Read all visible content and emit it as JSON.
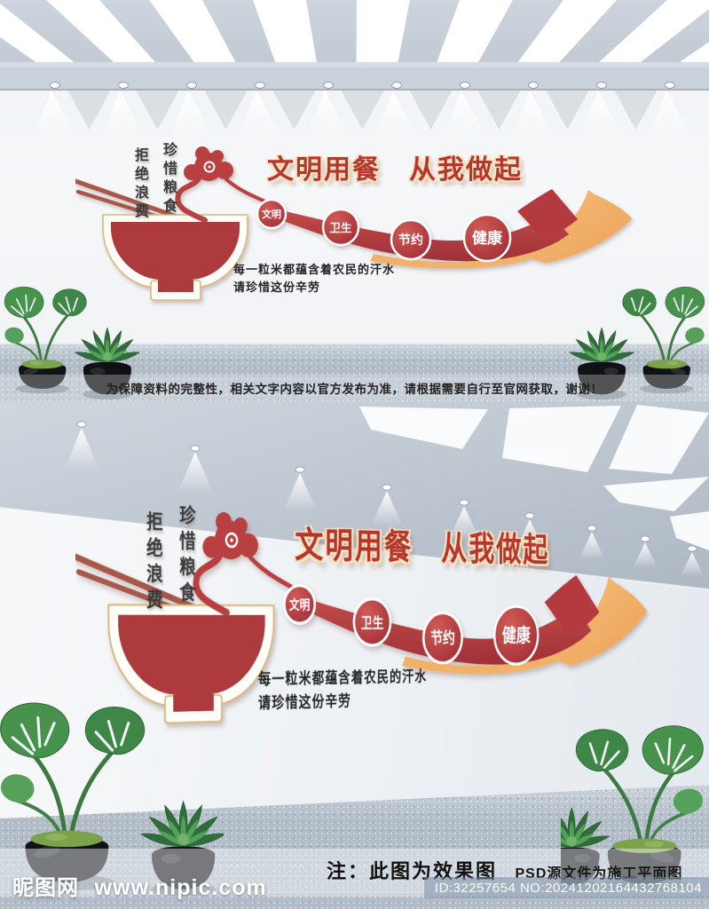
{
  "wall_art": {
    "title": "文明用餐　从我做起",
    "vertical_slogan_left": "拒绝浪费",
    "vertical_slogan_right": "珍惜粮食",
    "steps": [
      "文明",
      "卫生",
      "节约",
      "健康"
    ],
    "caption_line1": "每一粒米都蕴含着农民的汗水",
    "caption_line2": "请珍惜这份辛劳"
  },
  "divider_notice": "为保障资料的完整性，相关文字内容以官方发布为准，请根据需要自行至官网获取，谢谢！",
  "footer": {
    "note_primary": "注：此图为效果图",
    "note_secondary": "PSD源文件为施工平面图",
    "stock_id": "ID:32257654 NO:20241202164432768104",
    "watermark_name": "昵图网",
    "watermark_site": "www.nipic.com"
  },
  "colors": {
    "art_red": "#b5372c",
    "bowl_red": "#ad3a3e",
    "ribbon_red": "#b8373f",
    "accent_orange": "#f2b168",
    "outline_cream": "#d9b77e",
    "ceiling_gray": "#c8cfd9",
    "floor_gray_blue": "#b2bdc8"
  }
}
